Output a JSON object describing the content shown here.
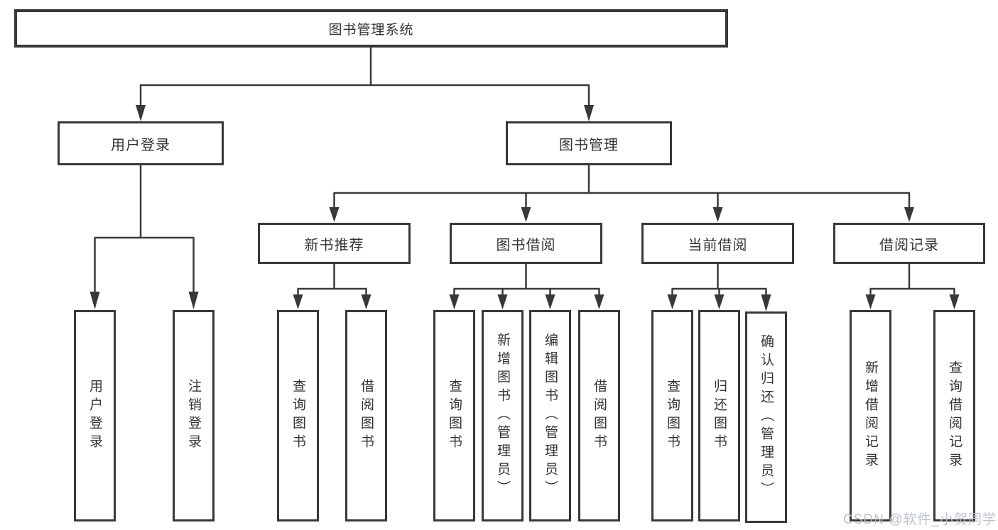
{
  "colors": {
    "line": "#3a3a3a",
    "box_border": "#383838",
    "box_fill": "#ffffff",
    "text": "#333333",
    "background": "#ffffff",
    "watermark": "#b9bfc9"
  },
  "diagram": {
    "root": {
      "label": "图书管理系统"
    },
    "level2": [
      {
        "label": "用户登录"
      },
      {
        "label": "图书管理"
      }
    ],
    "level3": [
      {
        "label": "新书推荐"
      },
      {
        "label": "图书借阅"
      },
      {
        "label": "当前借阅"
      },
      {
        "label": "借阅记录"
      }
    ],
    "leaves": {
      "user_login": [
        {
          "label": "用户登录"
        },
        {
          "label": "注销登录"
        }
      ],
      "new_books": [
        {
          "label": "查询图书"
        },
        {
          "label": "借阅图书"
        }
      ],
      "book_borrow": [
        {
          "label": "查询图书"
        },
        {
          "label": "新增图书（管理员）"
        },
        {
          "label": "编辑图书（管理员）"
        },
        {
          "label": "借阅图书"
        }
      ],
      "current_borrow": [
        {
          "label": "查询图书"
        },
        {
          "label": "归还图书"
        },
        {
          "label": "确认归还（管理员）"
        }
      ],
      "borrow_records": [
        {
          "label": "新增借阅记录"
        },
        {
          "label": "查询借阅记录"
        }
      ]
    }
  },
  "watermark": {
    "text": "CSDN @软件_小贺同学"
  }
}
